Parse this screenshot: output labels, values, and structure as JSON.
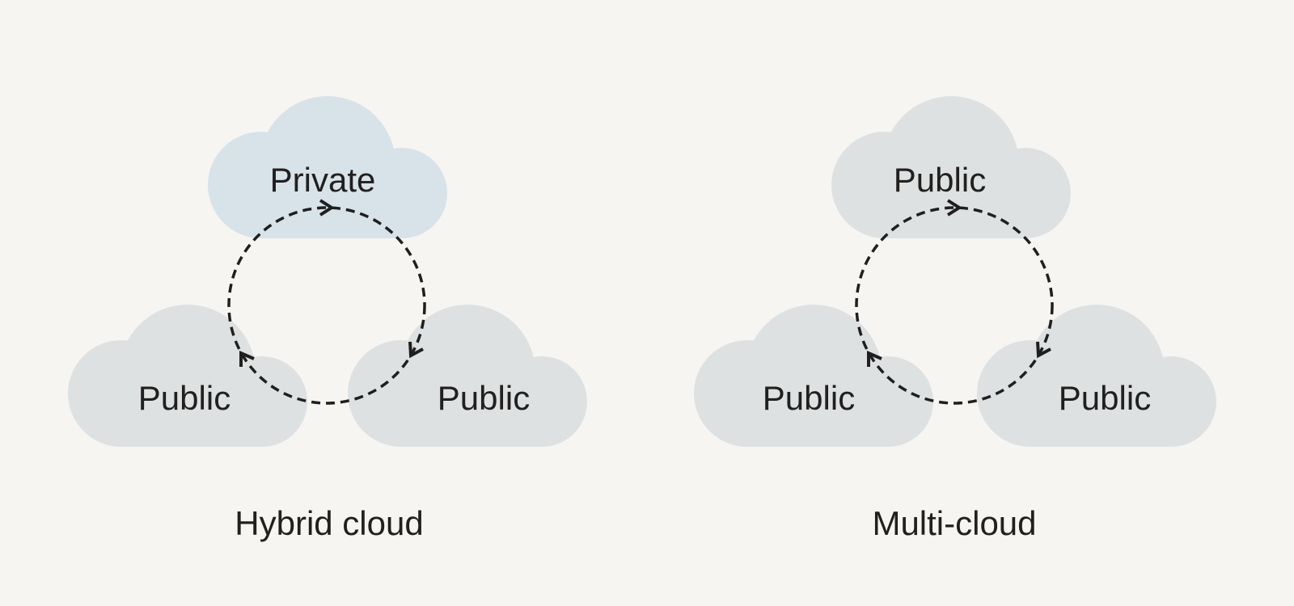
{
  "colors": {
    "background": "#f6f5f2",
    "private_cloud": "#d8e2e9",
    "public_cloud": "#dee1e2",
    "line": "#1f1f1f",
    "text": "#21201e"
  },
  "hybrid": {
    "caption": "Hybrid cloud",
    "top_cloud_label": "Private",
    "bottom_left_cloud_label": "Public",
    "bottom_right_cloud_label": "Public"
  },
  "multi": {
    "caption": "Multi-cloud",
    "top_cloud_label": "Public",
    "bottom_left_cloud_label": "Public",
    "bottom_right_cloud_label": "Public"
  }
}
